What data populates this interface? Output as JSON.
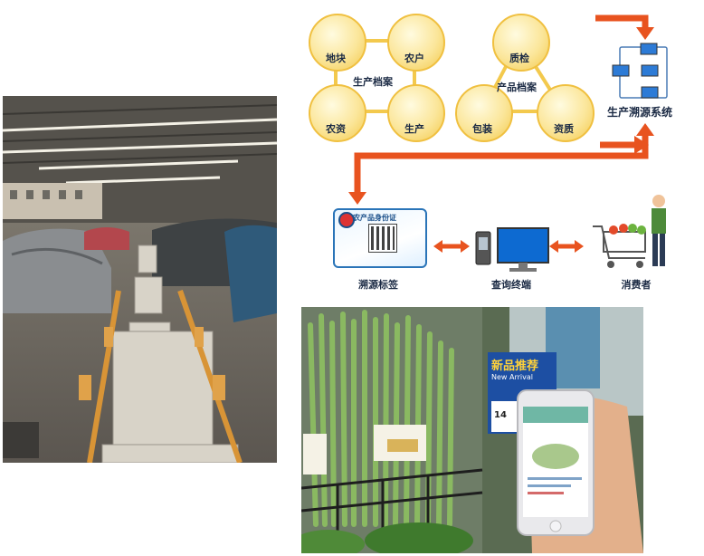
{
  "diagram": {
    "production_nodes": [
      "地块",
      "农户",
      "农资",
      "生产"
    ],
    "production_hub": "生产档案",
    "product_nodes": [
      "质检",
      "包装",
      "资质"
    ],
    "product_hub": "产品档案",
    "system_label": "生产溯源系统",
    "tag_card_title": "农产品身份证",
    "bottom_labels": [
      "溯源标签",
      "查询终端",
      "消费者"
    ]
  },
  "store": {
    "sign_title": "新品推荐",
    "sign_subtitle": "New Arrival",
    "price_fragment": "14"
  },
  "colors": {
    "arrow": "#e8531f",
    "node_fill": "#fbe69a",
    "label": "#1b2a44",
    "sign_blue": "#1d4fa3"
  }
}
